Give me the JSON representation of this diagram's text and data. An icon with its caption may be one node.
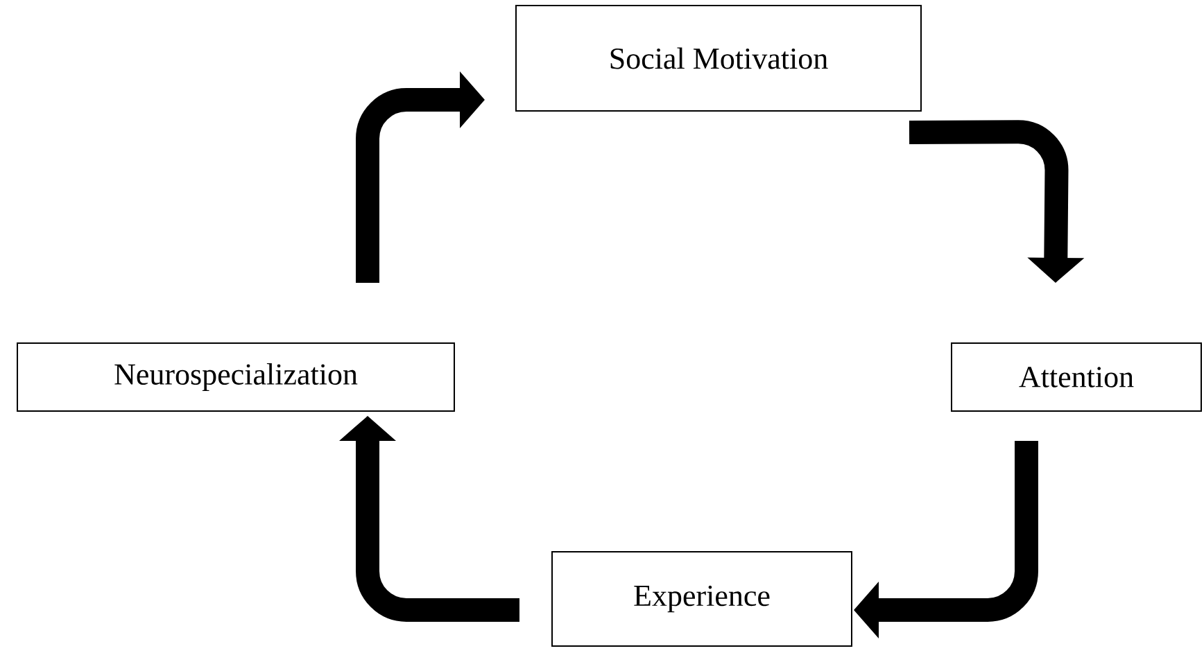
{
  "diagram": {
    "nodes": [
      {
        "text": [
          "Social Motivation"
        ]
      },
      {
        "text": [
          "Attention"
        ]
      },
      {
        "text": [
          "Experience"
        ]
      },
      {
        "text": [
          "Neurospecialization"
        ]
      }
    ],
    "edges": [
      {
        "from": 0,
        "to": 1,
        "arrow": "to"
      },
      {
        "from": 1,
        "to": 2,
        "arrow": "to"
      },
      {
        "from": 2,
        "to": 3,
        "arrow": "to"
      },
      {
        "from": 3,
        "to": 0,
        "arrow": "to"
      }
    ]
  }
}
